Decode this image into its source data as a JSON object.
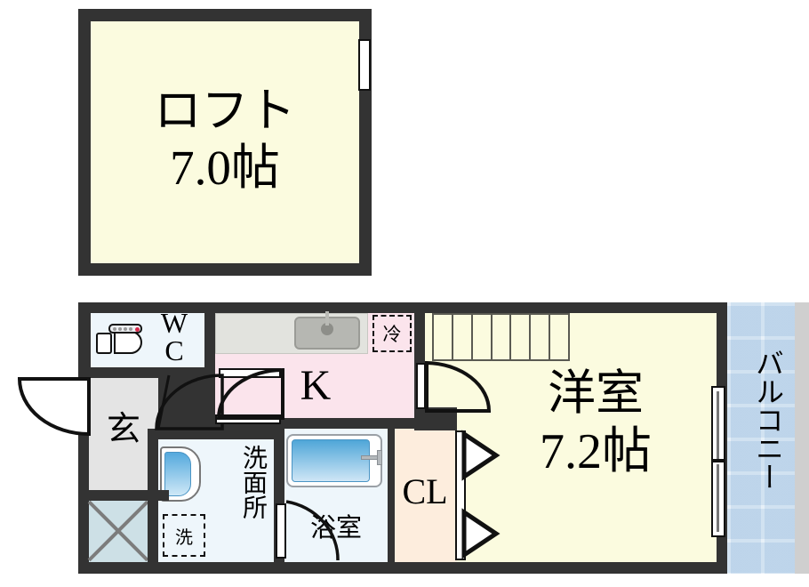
{
  "plan": {
    "type": "floor-plan",
    "title": "",
    "rooms": [
      {
        "id": "loft",
        "label": "ロフト\n7.0帖",
        "area_jo": 7.0,
        "fill": "#fbfbdf"
      },
      {
        "id": "washitsu",
        "label": "洋室\n7.2帖",
        "area_jo": 7.2,
        "fill": "#fbfbdf"
      },
      {
        "id": "kitchen",
        "label": "K",
        "fill": "#fbe4ec"
      },
      {
        "id": "wc",
        "label": "W\nC",
        "fill": "#eef6fb"
      },
      {
        "id": "genkan",
        "label": "玄",
        "fill": "#e4e4e4"
      },
      {
        "id": "washroom",
        "label": "洗面所",
        "fill": "#eef6fb"
      },
      {
        "id": "bath",
        "label": "浴室",
        "fill": "#eef6fb"
      },
      {
        "id": "closet",
        "label": "CL",
        "fill": "#fdeddd"
      },
      {
        "id": "balcony",
        "label": "バルコニー",
        "fill": "#e7f0f8"
      }
    ],
    "appliances": [
      {
        "id": "fridge",
        "label": "冷",
        "style": "dashed-box"
      },
      {
        "id": "washing-machine",
        "label": "洗",
        "style": "dashed-box"
      }
    ],
    "fixtures": [
      {
        "id": "toilet",
        "label": ""
      },
      {
        "id": "kitchen-sink",
        "label": ""
      },
      {
        "id": "bathtub",
        "label": ""
      },
      {
        "id": "vanity-sink",
        "label": ""
      },
      {
        "id": "shoe-cabinet",
        "label": ""
      },
      {
        "id": "stairs",
        "label": "",
        "steps": 7
      }
    ],
    "colors": {
      "wall": "#333333",
      "room_fill": "#fbfbdf",
      "kitchen_fill": "#fbe4ec",
      "water_fill": "#eef6fb",
      "genkan_fill": "#e4e4e4",
      "closet_fill": "#fdeddd",
      "balcony_fill": "#e7f0f8",
      "shoe_fill": "#cde0e6",
      "tub_blue": "#5fb3e0",
      "counter_gray": "#e2e3de"
    },
    "labels": {
      "loft": "ロフト",
      "loft_area": "7.0帖",
      "room": "洋室",
      "room_area": "7.2帖",
      "kitchen": "K",
      "wc_top": "W",
      "wc_bottom": "C",
      "genkan": "玄",
      "washroom": "洗面所",
      "bath": "浴室",
      "closet": "CL",
      "balcony": "バルコニー",
      "fridge": "冷",
      "washer": "洗"
    }
  }
}
